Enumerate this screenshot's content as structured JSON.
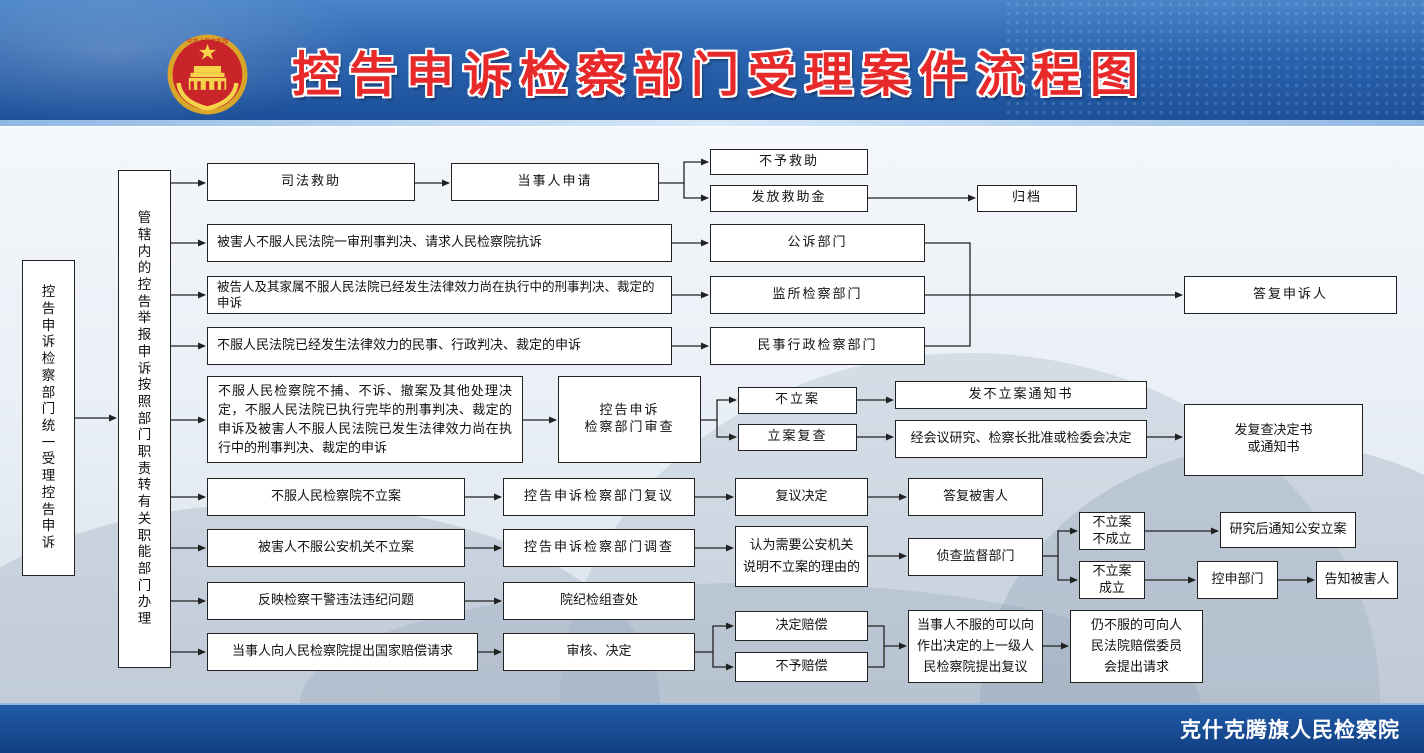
{
  "header": {
    "title": "控告申诉检察部门受理案件流程图",
    "emblem_text": "中华人民共和国"
  },
  "footer": {
    "org": "克什克腾旗人民检察院"
  },
  "colors": {
    "header_blue": "#2a62ad",
    "title_red": "#e8292a",
    "footer_blue": "#1a4e98"
  },
  "flowchart": {
    "start": "控告申诉检察部门统一受理控告申诉",
    "dispatch": "管辖内的控告举报申诉按照部门职责转有关职能部门办理",
    "judicial_aid": {
      "label": "司法救助",
      "apply": "当事人申请",
      "deny": "不予救助",
      "grant": "发放救助金",
      "archive": "归档"
    },
    "prosecution": {
      "victim_appeal": "被害人不服人民法院一审刑事判决、请求人民检察院抗诉",
      "defendant_appeal": "被告人及其家属不服人民法院已经发生法律效力尚在执行中的刑事判决、裁定的申诉",
      "civil_appeal": "不服人民法院已经发生法律效力的民事、行政判决、裁定的申诉",
      "public_prosecution_dept": "公诉部门",
      "custody_dept": "监所检察部门",
      "civil_admin_dept": "民事行政检察部门",
      "reply": "答复申诉人"
    },
    "review": {
      "complaint": "不服人民检察院不捕、不诉、撤案及其他处理决定，不服人民法院已执行完毕的刑事判决、裁定的申诉及被害人不服人民法院已发生法律效力尚在执行中的刑事判决、裁定的申诉",
      "dept_review": "控告申诉\n检察部门审查",
      "no_case": "不立案",
      "no_case_notice": "发不立案通知书",
      "file_review": "立案复查",
      "decision_process": "经会议研究、检察长批准或检委会决定",
      "result_notice": "发复查决定书\n或通知书"
    },
    "no_filing": {
      "label": "不服人民检察院不立案",
      "reconsider": "控告申诉检察部门复议",
      "decision": "复议决定",
      "reply_victim": "答复被害人"
    },
    "police": {
      "label": "被害人不服公安机关不立案",
      "investigate": "控告申诉检察部门调查",
      "require_explain": "认为需要公安机关\n说明不立案的理由的",
      "supervision": "侦查监督部门",
      "reason_invalid": "不立案\n不成立",
      "notify_police": "研究后通知公安立案",
      "reason_valid": "不立案\n成立",
      "complaint_dept": "控申部门",
      "inform_victim": "告知被害人"
    },
    "discipline": {
      "label": "反映检察干警违法违纪问题",
      "office": "院纪检组查处"
    },
    "compensation": {
      "label": "当事人向人民检察院提出国家赔偿请求",
      "review": "审核、决定",
      "grant": "决定赔偿",
      "deny": "不予赔偿",
      "appeal": "当事人不服的可以向\n作出决定的上一级人\n民检察院提出复议",
      "committee": "仍不服的可向人\n民法院赔偿委员\n会提出请求"
    }
  }
}
